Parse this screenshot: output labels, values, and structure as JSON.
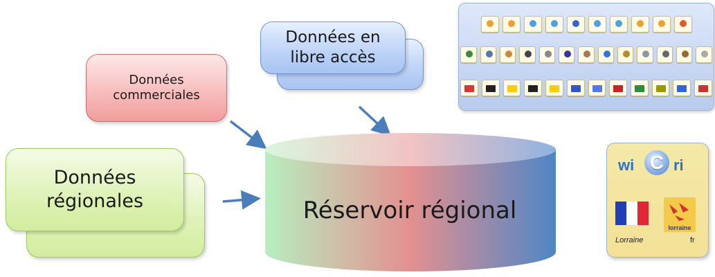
{
  "boxes": {
    "regional": "Données\nrégionales",
    "commercial": "Données\ncommerciales",
    "open": "Données en\nlibre accès"
  },
  "reservoir": {
    "label": "Réservoir régional"
  },
  "wicri_badge": {
    "wi": "wi",
    "c": "C",
    "ri": "ri",
    "region": "Lorraine",
    "lang": "fr",
    "logo_text": "lorraine",
    "flag_colors": [
      "#1f3fb8",
      "#ffffff",
      "#e32636"
    ]
  },
  "colors": {
    "arrow": "#4a7ebb",
    "cylinder_left": "#b8eec0",
    "cylinder_mid": "#e39090",
    "cylinder_right": "#4f86c6"
  },
  "icon_panel": {
    "rows": [
      [
        "#f0a030",
        "#f0a030",
        "#4aa3df",
        "#4aa3df",
        "#3366cc",
        "#4aa3df",
        "#4aa3df",
        "#f0a030",
        "#f0a030",
        "#e05a2a"
      ],
      [
        "#3a8a3a",
        "#5577aa",
        "#c98a3a",
        "#444444",
        "#888888",
        "#333399",
        "#aa7755",
        "#2a7ad8",
        "#b88a2a",
        "#8899aa",
        "#666666",
        "#996633",
        "#aaaaaa"
      ],
      [
        "#dd3333",
        "#222222",
        "#ffcc00",
        "#222222",
        "#ffcc00",
        "#3355cc",
        "#5577ee",
        "#cc2222",
        "#2e8b3a",
        "#999900",
        "#3366cc",
        "#cc3333"
      ]
    ]
  }
}
